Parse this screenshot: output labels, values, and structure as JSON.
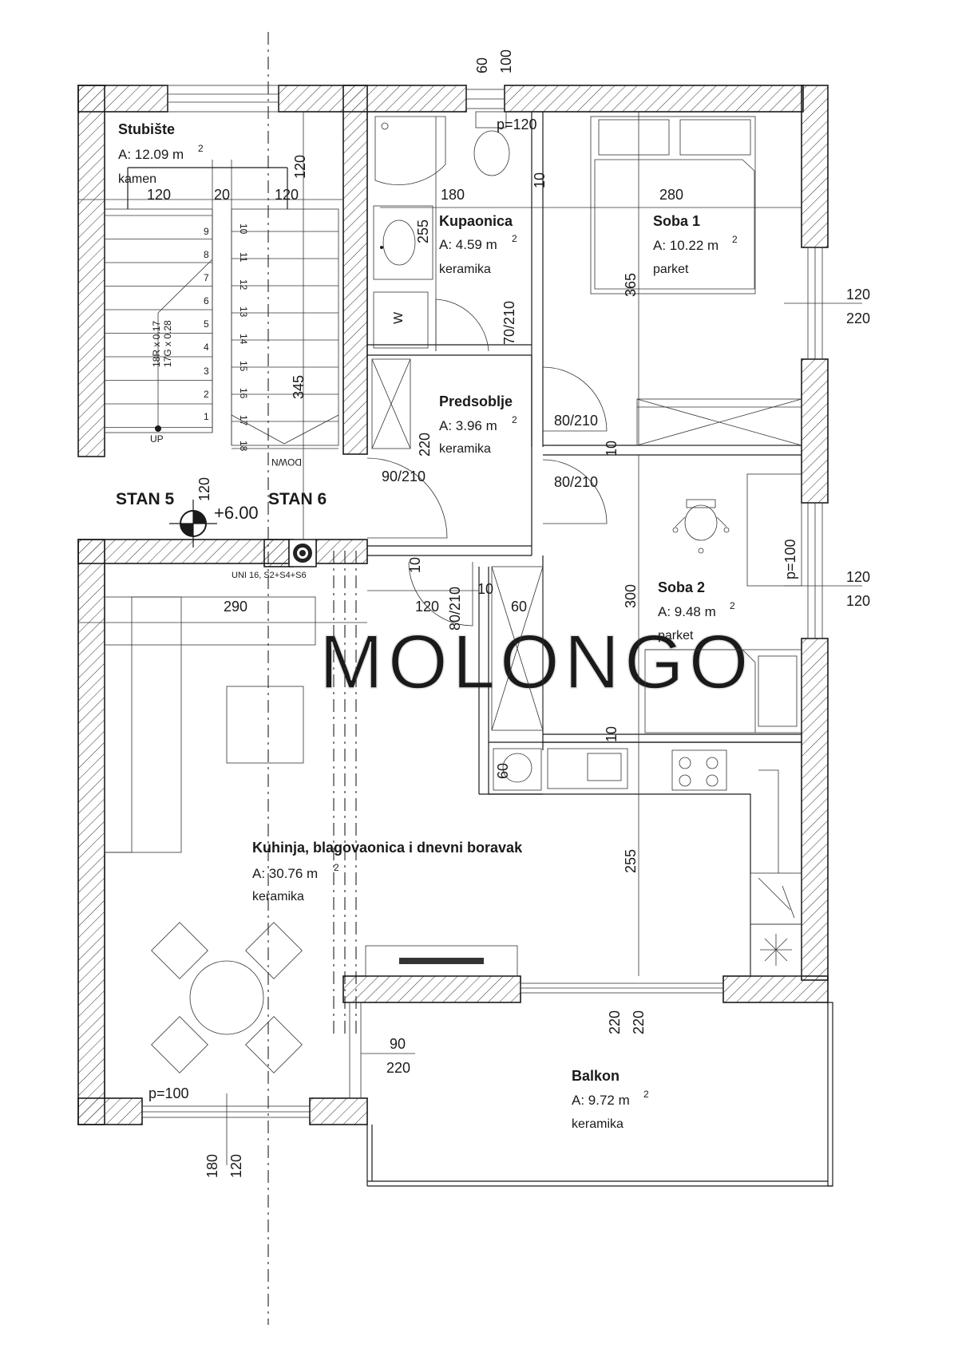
{
  "rooms": {
    "stubiste": {
      "name": "Stubište",
      "area": "A: 12.09  m",
      "exp": "2",
      "material": "kamen"
    },
    "kupaonica": {
      "name": "Kupaonica",
      "area": "A: 4.59  m",
      "exp": "2",
      "material": "keramika"
    },
    "soba1": {
      "name": "Soba 1",
      "area": "A: 10.22  m",
      "exp": "2",
      "material": "parket"
    },
    "predsoblje": {
      "name": "Predsoblje",
      "area": "A: 3.96  m",
      "exp": "2",
      "material": "keramika"
    },
    "soba2": {
      "name": "Soba 2",
      "area": "A: 9.48  m",
      "exp": "2",
      "material": "parket"
    },
    "kuhinja": {
      "name": "Kuhinja, blagovaonica i dnevni boravak",
      "area": "A: 30.76  m",
      "exp": "2",
      "material": "keramika"
    },
    "balkon": {
      "name": "Balkon",
      "area": "A: 9.72  m",
      "exp": "2",
      "material": "keramika"
    }
  },
  "labels": {
    "stan5": "STAN 5",
    "stan6": "STAN 6",
    "level": "+6.00",
    "up": "UP",
    "down": "DOWN",
    "chimney": "UNI 16, S2+S4+S6",
    "stairs_rise": "18R x 0.17",
    "stairs_going": "17G x 0.28",
    "washer": "W",
    "watermark": "MOLONGO"
  },
  "steps_up": [
    "1",
    "2",
    "3",
    "4",
    "5",
    "6",
    "7",
    "8",
    "9"
  ],
  "steps_down": [
    "10",
    "11",
    "12",
    "13",
    "14",
    "15",
    "16",
    "17",
    "18"
  ],
  "dimensions": {
    "top_60": "60",
    "top_100": "100",
    "p120": "p=120",
    "d120a": "120",
    "d20": "20",
    "d120b": "120",
    "d120v": "120",
    "d180": "180",
    "d10a": "10",
    "d280": "280",
    "d255a": "255",
    "d365": "365",
    "d70_210": "70/210",
    "d120r": "120",
    "d220r": "220",
    "d345": "345",
    "d220v": "220",
    "d80_210a": "80/210",
    "d10b": "10",
    "d90_210": "90/210",
    "d80_210b": "80/210",
    "d120s": "120",
    "p100a": "p=100",
    "d120r2": "120",
    "d120r3": "120",
    "d290": "290",
    "d10c": "10",
    "d120k": "120",
    "d80_210c": "80/210",
    "d10d": "10",
    "d60": "60",
    "d300": "300",
    "d60v": "60",
    "d10e": "10",
    "d255b": "255",
    "d220b1": "220",
    "d220b2": "220",
    "d90": "90",
    "d220l": "220",
    "p100b": "p=100",
    "d180b": "180",
    "d120b2": "120"
  }
}
